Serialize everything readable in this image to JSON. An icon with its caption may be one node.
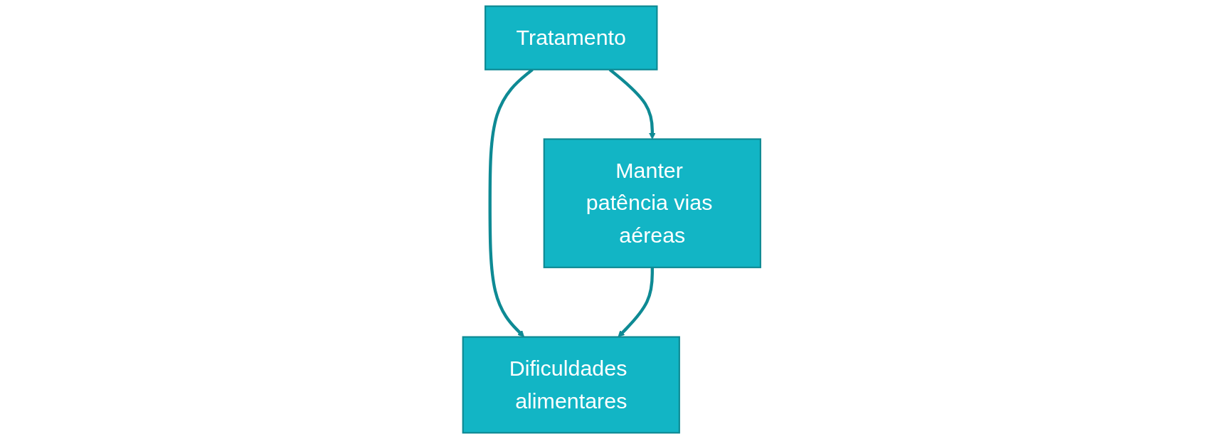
{
  "diagram": {
    "nodes": [
      {
        "text": [
          "Tratamento"
        ]
      },
      {
        "text": [
          "Manter patência vias aéreas"
        ]
      },
      {
        "text": [
          "Dificuldades alimentares"
        ]
      }
    ],
    "edges": [
      {
        "from": 0,
        "to": 1,
        "arrow": "to"
      },
      {
        "from": 0,
        "to": 2,
        "arrow": "to"
      },
      {
        "from": 1,
        "to": 2,
        "arrow": "to"
      }
    ]
  }
}
